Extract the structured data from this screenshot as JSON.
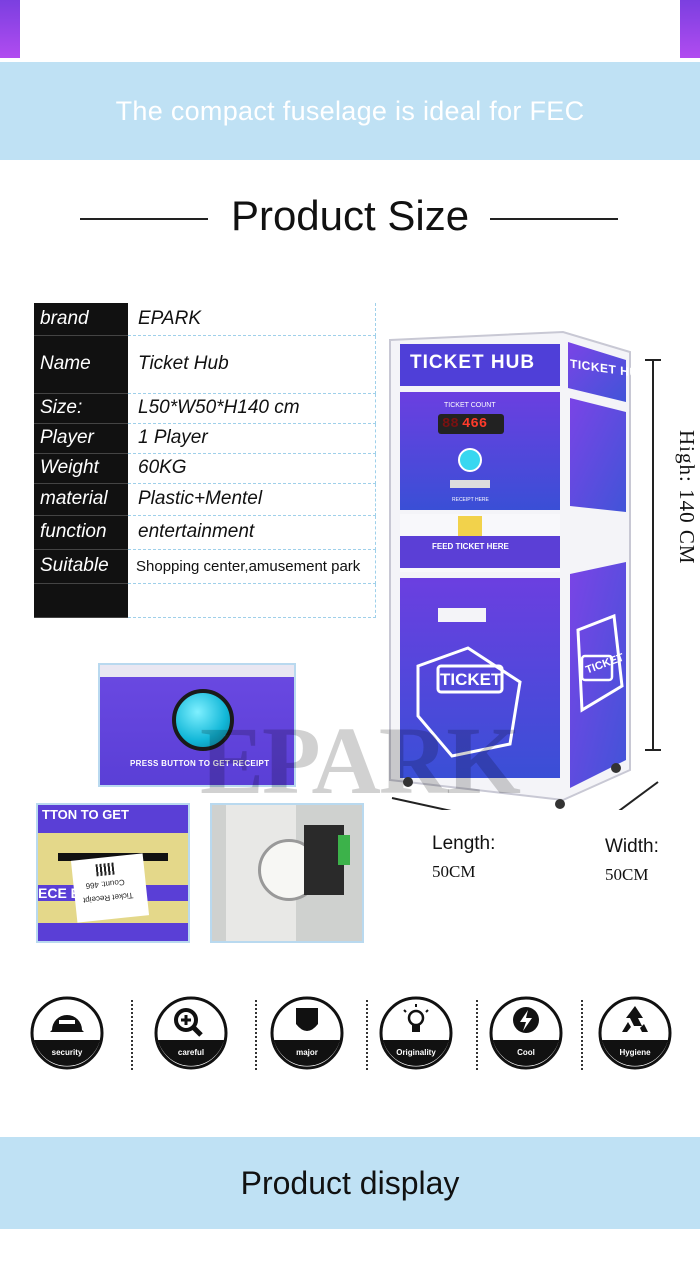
{
  "header": {
    "caption": "The compact fuselage is ideal for FEC"
  },
  "section": {
    "title": "Product Size"
  },
  "specs": [
    {
      "key": "brand",
      "value": "EPARK"
    },
    {
      "key": "Name",
      "value": "Ticket Hub"
    },
    {
      "key": "Size:",
      "value": "L50*W50*H140 cm"
    },
    {
      "key": "Player",
      "value": "1 Player"
    },
    {
      "key": "Weight",
      "value": "60KG"
    },
    {
      "key": "material",
      "value": "Plastic+Mentel"
    },
    {
      "key": "function",
      "value": " entertainment"
    },
    {
      "key": "Suitable",
      "value": "Shopping center,amusement park"
    },
    {
      "key": "",
      "value": ""
    }
  ],
  "machine": {
    "front_sign": "TICKET HUB",
    "side_sign": "TICKET HUB",
    "count_label": "TICKET COUNT",
    "count_value": "466",
    "count_prefix": "88",
    "button_caption": "PRESS BUTTON TO GET RECEIPT",
    "receipt_here": "RECEIPT HERE",
    "feed_label": "FEED TICKET HERE",
    "ticket_word": "TICKET"
  },
  "dimensions": {
    "height_label": "High: 140 CM",
    "length_label": "Length:",
    "length_value": "50CM",
    "width_label": "Width:",
    "width_value": "50CM"
  },
  "watermark": "EPARK",
  "closeups": {
    "button_caption": "PRESS BUTTON TO GET RECEIPT",
    "slot_top": "TTON TO GET",
    "slot_bottom": "ECE         ERE",
    "receipt_title": "Ticket Receipt",
    "receipt_count": "Count: 466"
  },
  "features": [
    {
      "label": "security",
      "icon": "helmet-icon"
    },
    {
      "label": "careful",
      "icon": "magnifier-plus-icon"
    },
    {
      "label": "major",
      "icon": "shield-icon"
    },
    {
      "label": "Originality",
      "icon": "lightbulb-icon"
    },
    {
      "label": "Cool",
      "icon": "lightning-icon"
    },
    {
      "label": "Hygiene",
      "icon": "recycle-icon"
    }
  ],
  "footer": {
    "caption": "Product display"
  },
  "colors": {
    "banner": "#bfe1f4",
    "accent": "#7b3fe0",
    "machine_purple": "#5b3fd6",
    "machine_blue": "#3c58d8"
  }
}
